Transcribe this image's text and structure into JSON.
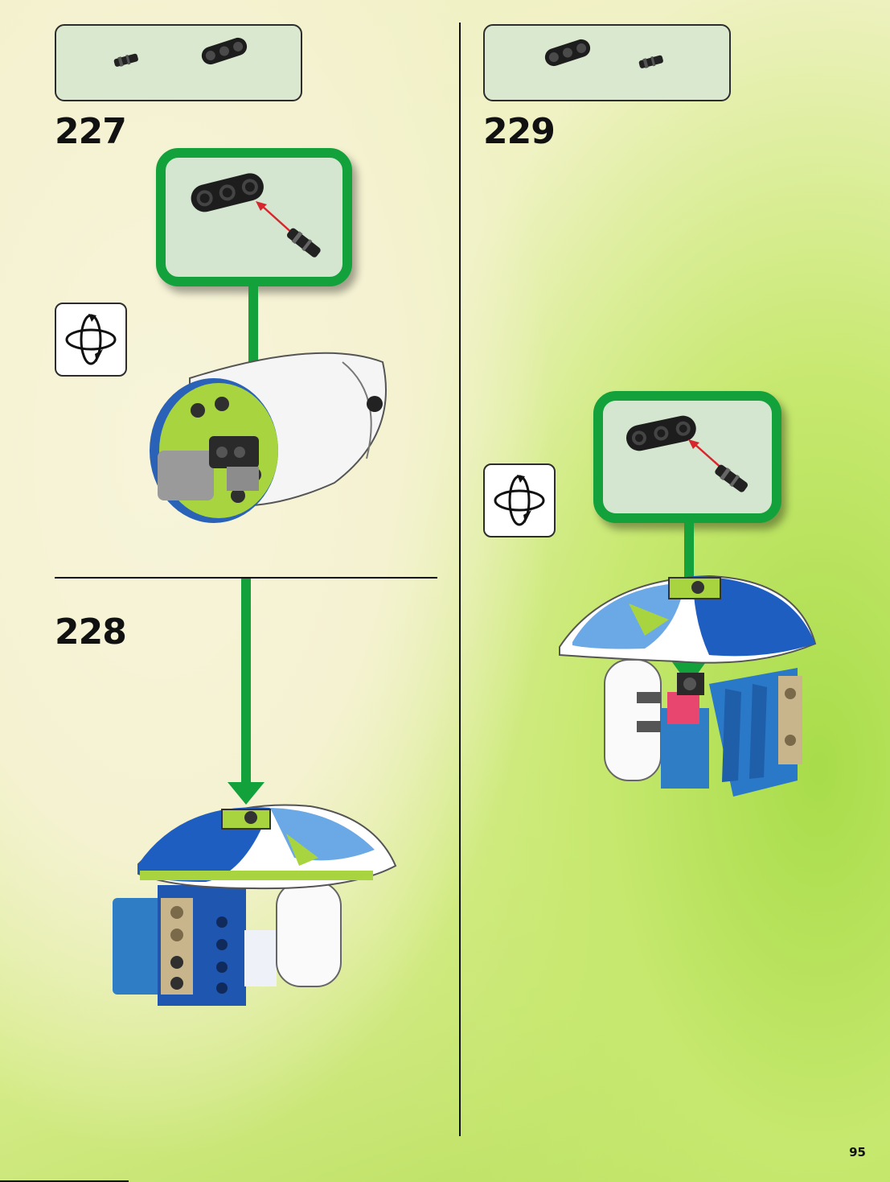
{
  "steps": [
    {
      "number": "227"
    },
    {
      "number": "228"
    },
    {
      "number": "229"
    }
  ],
  "parts_lists": [
    {
      "step": "227",
      "parts": [
        "axle-pin-icon",
        "beam-3-icon"
      ]
    },
    {
      "step": "229",
      "parts": [
        "beam-3-icon",
        "axle-pin-icon"
      ]
    }
  ],
  "page_number": "95",
  "colors": {
    "arrow_green": "#12a13a",
    "callout_fill": "#d4e6cf",
    "parts_fill": "#d9e8cf",
    "insert_arrow_red": "#d6262e"
  }
}
